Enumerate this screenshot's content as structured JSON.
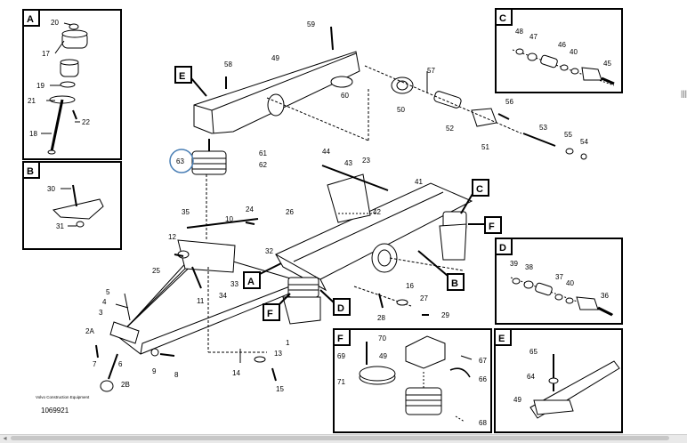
{
  "figure": {
    "caption_company": "Volvo Construction Equipment",
    "drawing_number": "1069921",
    "highlighted_part": "63"
  },
  "callouts": [
    "A",
    "B",
    "C",
    "D",
    "E",
    "F"
  ],
  "inset_titles": {
    "A": "A",
    "B": "B",
    "C": "C",
    "D": "D",
    "E": "E",
    "F": "F"
  },
  "main_letter_labels": {
    "E": "E",
    "C": "C",
    "F1": "F",
    "F2": "F",
    "A": "A",
    "B": "B",
    "D": "D"
  },
  "part_labels": {
    "p1": "1",
    "p2A": "2A",
    "p2B": "2B",
    "p3": "3",
    "p4": "4",
    "p5": "5",
    "p6": "6",
    "p7": "7",
    "p8": "8",
    "p9": "9",
    "p10": "10",
    "p11": "11",
    "p12": "12",
    "p13": "13",
    "p14": "14",
    "p15": "15",
    "p16": "16",
    "p17": "17",
    "p18": "18",
    "p19": "19",
    "p20": "20",
    "p21": "21",
    "p22": "22",
    "p23": "23",
    "p24": "24",
    "p25": "25",
    "p26": "26",
    "p27": "27",
    "p28": "28",
    "p29": "29",
    "p30": "30",
    "p31": "31",
    "p32": "32",
    "p33": "33",
    "p34": "34",
    "p35": "35",
    "p36": "36",
    "p37": "37",
    "p38": "38",
    "p39": "39",
    "p40": "40",
    "p40c": "40",
    "p41": "41",
    "p42": "42",
    "p43": "43",
    "p44": "44",
    "p45": "45",
    "p46": "46",
    "p47": "47",
    "p48": "48",
    "p49": "49",
    "p49f": "49",
    "p49e": "49",
    "p50": "50",
    "p51": "51",
    "p52": "52",
    "p53": "53",
    "p54": "54",
    "p55": "55",
    "p56": "56",
    "p57": "57",
    "p58": "58",
    "p59": "59",
    "p60": "60",
    "p61": "61",
    "p62": "62",
    "p63": "63",
    "p64": "64",
    "p65": "65",
    "p66": "66",
    "p67": "67",
    "p68": "68",
    "p69": "69",
    "p70": "70",
    "p71": "71"
  },
  "side_marker": "|||",
  "scroll_left_arrow": "◂"
}
